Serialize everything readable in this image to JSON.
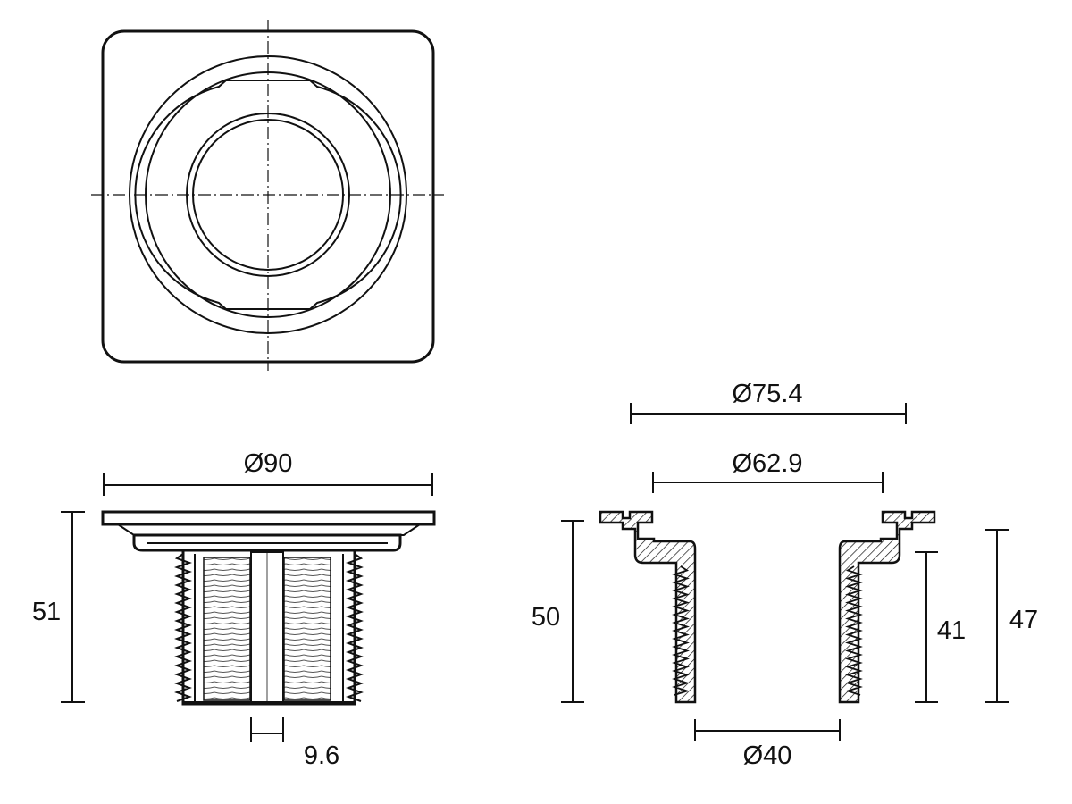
{
  "dimensions": {
    "d_overall": "Ø90",
    "height_overall": "51",
    "rib_width": "9.6",
    "d_flange": "Ø75.4",
    "d_seat": "Ø62.9",
    "height_section": "50",
    "thread_length": "41",
    "height_body": "47",
    "d_bore": "Ø40"
  }
}
